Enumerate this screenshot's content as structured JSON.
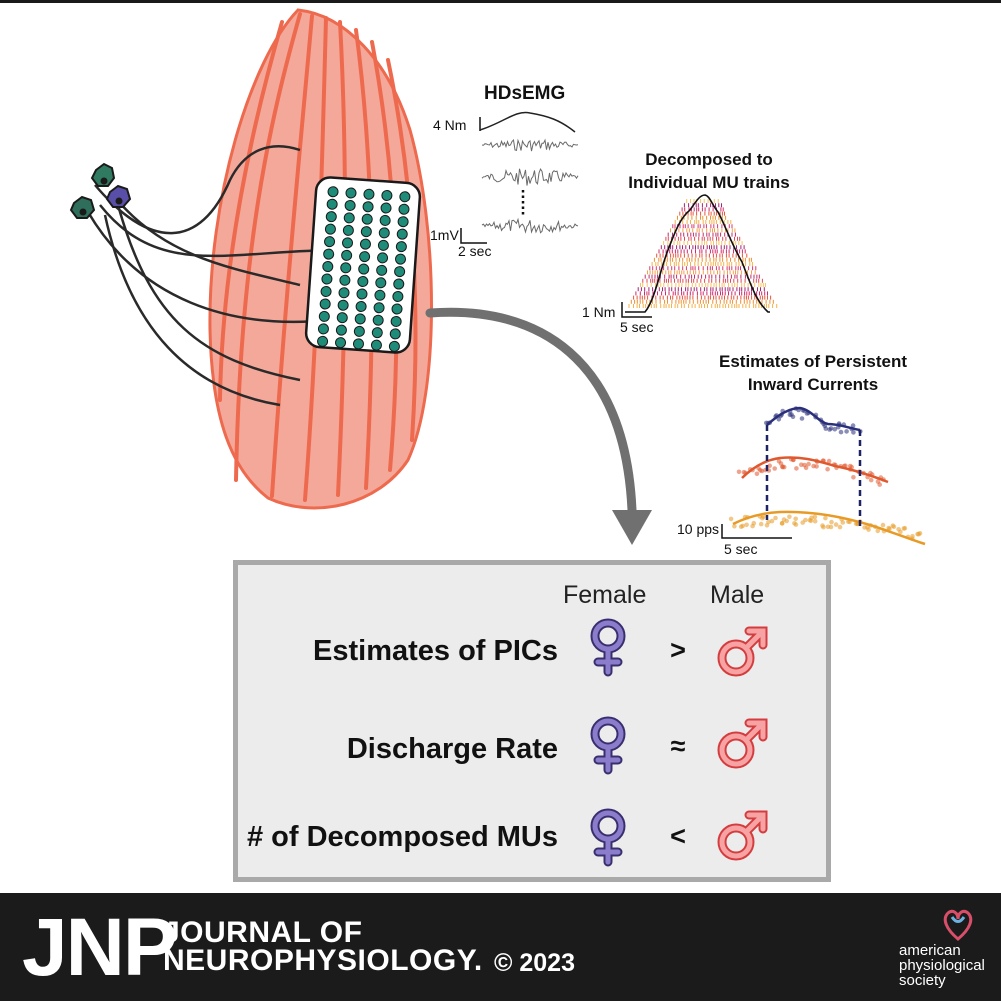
{
  "figure": {
    "hdsemg_title": "HDsEMG",
    "hdsemg_scale_y": "4 Nm",
    "hdsemg_scale_mv": "1mV",
    "hdsemg_scale_x": "2 sec",
    "decomposed_title_1": "Decomposed to",
    "decomposed_title_2": "Individual MU trains",
    "decomposed_scale_y": "1 Nm",
    "decomposed_scale_x": "5 sec",
    "pic_title_1": "Estimates of Persistent",
    "pic_title_2": "Inward Currents",
    "pic_scale_y": "10 pps",
    "pic_scale_x": "5 sec"
  },
  "summary": {
    "col_female": "Female",
    "col_male": "Male",
    "rows": [
      {
        "label": "Estimates of PICs",
        "op": ">"
      },
      {
        "label": "Discharge Rate",
        "op": "≈"
      },
      {
        "label": "# of Decomposed MUs",
        "op": "<"
      }
    ]
  },
  "colors": {
    "female": "#6a5aa8",
    "male": "#e8585a",
    "muscle": "#f4a89a",
    "muscle_line": "#ee6a4e",
    "electrode": "#1f8c7a"
  },
  "footer": {
    "abbr": "JNP",
    "name_line1": "JOURNAL OF",
    "name_line2": "NEUROPHYSIOLOGY.",
    "copyright": "© 2023",
    "society_1": "american",
    "society_2": "physiological",
    "society_3": "society"
  }
}
